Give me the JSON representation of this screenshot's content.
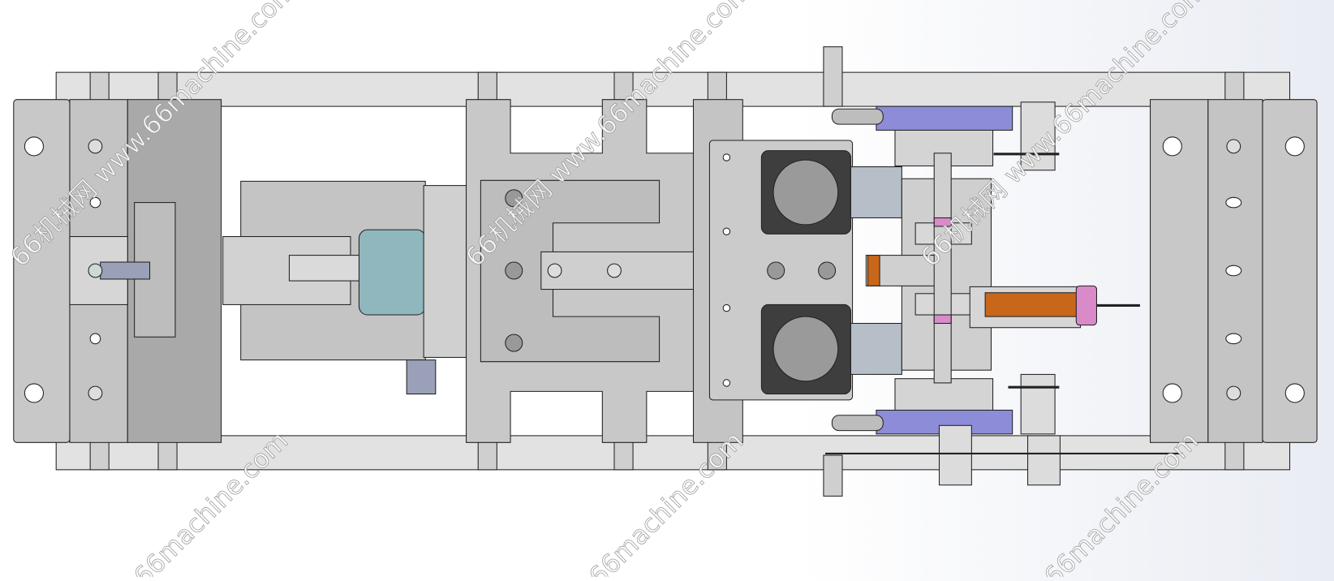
{
  "view": {
    "type": "cad-assembly-top-view",
    "background": "#ffffff"
  },
  "watermark": {
    "primary": "66机械网 www.66machine.com",
    "secondary": "66machine.com"
  },
  "colors": {
    "plate": "#c8c8c8",
    "plate_dark": "#a8a8a8",
    "frame": "#e0e0e0",
    "cylinder_blue": "#8c8cd8",
    "copper": "#c8661a",
    "pink": "#d98ac9",
    "teal": "#5aa6b0"
  }
}
